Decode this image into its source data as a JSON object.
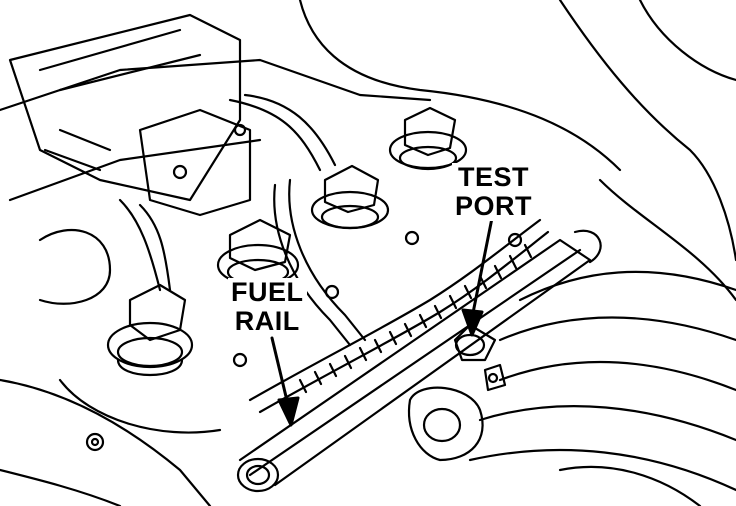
{
  "labels": {
    "test_port": {
      "line1": "TEST",
      "line2": "PORT"
    },
    "fuel_rail": {
      "line1": "FUEL",
      "line2": "RAIL"
    }
  },
  "colors": {
    "ink": "#000000",
    "paper": "#ffffff"
  }
}
